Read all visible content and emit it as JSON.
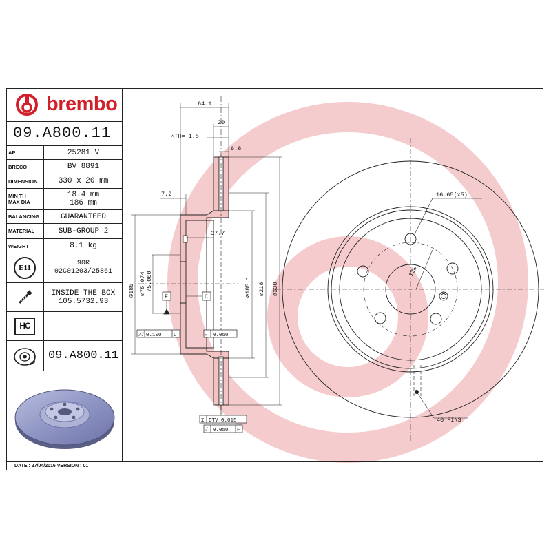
{
  "brand": {
    "name": "brembo",
    "color": "#d2202b",
    "watermark_color": "#f4c6c8"
  },
  "part_number": "09.A800.11",
  "specs": [
    {
      "label": "AP",
      "value": "25281 V"
    },
    {
      "label": "BRECO",
      "value": "BV 8891"
    },
    {
      "label": "DIMENSION",
      "value": "330 x 20 mm"
    },
    {
      "label_lines": [
        "MIN TH",
        "MAX DIA"
      ],
      "value_lines": [
        "18.4 mm",
        "186 mm"
      ]
    },
    {
      "label": "BALANCING",
      "value": "GUARANTEED"
    },
    {
      "label": "MATERIAL",
      "value": "SUB-GROUP 2"
    },
    {
      "label": "WEIGHT",
      "value": "8.1 kg"
    }
  ],
  "approval": {
    "badge": "E11",
    "code": "90R",
    "number": "02C01203/25861"
  },
  "inside_box": {
    "lines": [
      "INSIDE THE BOX",
      "105.5732.93"
    ],
    "icon": "bolt-icon"
  },
  "hc": {
    "badge": "HC"
  },
  "reference_part_number": "09.A800.11",
  "footer": "DATE : 27/04/2016 VERSION : 01",
  "drawing": {
    "dim_64_1": "64.1",
    "dim_20": "20",
    "dim_th": "△TH= 1.5",
    "dim_6_8": "6.8",
    "dim_7_2": "7.2",
    "dim_37_7": "37.7",
    "dim_185": "∅185",
    "dim_75_074": "∅75.074",
    "dim_75_000": "75.000",
    "dim_185_1": "∅185.1",
    "dim_218": "∅218",
    "dim_330": "∅330",
    "datum_f": "F",
    "datum_c": "C",
    "tol_left": "0.100",
    "tol_left_ref": "C",
    "tol_right": "0.050",
    "dtv": "DTV 0.015",
    "runout": "0.050",
    "runout_ref": "F",
    "hole_spec": "16.65(x5)",
    "pcd": "120",
    "fins": "40 FINS"
  }
}
